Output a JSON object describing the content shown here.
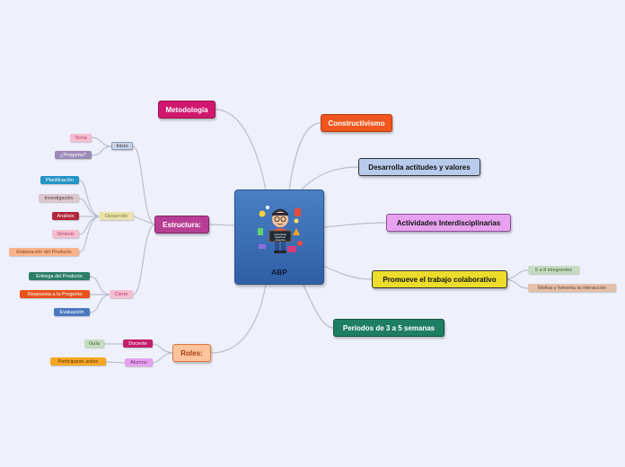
{
  "central": {
    "label": "ABP"
  },
  "nodes": {
    "metodologia": "Metodología",
    "constructivismo": "Constructivismo",
    "desarrolla": "Desarrolla actitudes y valores",
    "actividades": "Actividades Interdisciplinarias",
    "promueve": "Promueve el trabajo colaborativo",
    "periodos": "Períodos de 3 a 5 semanas",
    "estructura": "Estructura:",
    "roles": "Roles:",
    "inicio": "Inicio",
    "tema": "Tema",
    "pregunta": "¿Pregunta?",
    "desarrollo": "Desarrollo",
    "planificacion": "Planificación",
    "investigacion": "Investigación",
    "analisis": "Análisis",
    "sintesis": "Síntesis",
    "elaboracion": "Elaboración del Producto",
    "cierre": "Cierre",
    "entrega": "Entrega del Producto",
    "respuesta": "Respuesta a la Pregunta",
    "evaluacion": "Evaluación",
    "integrantes": "5 a 8 integrantes",
    "motiva": "Motiva y fomenta la interacción",
    "docente": "Docente",
    "guia": "Guía",
    "alumno": "Alumno",
    "participante": "Participante activo"
  },
  "illustration": {
    "board_text": "Aprendizaje basado en proyectos"
  },
  "colors": {
    "background": "#eef0fb",
    "connector": "#b9bfce",
    "central": "#3d6fb6",
    "metodologia": "#d0196e",
    "constructivismo": "#f0561d",
    "desarrolla": "#b8cbec",
    "actividades": "#e6a2ee",
    "promueve": "#ecdc2c",
    "periodos": "#1e7e63",
    "estructura": "#b83e94",
    "roles": "#fcc39c"
  }
}
